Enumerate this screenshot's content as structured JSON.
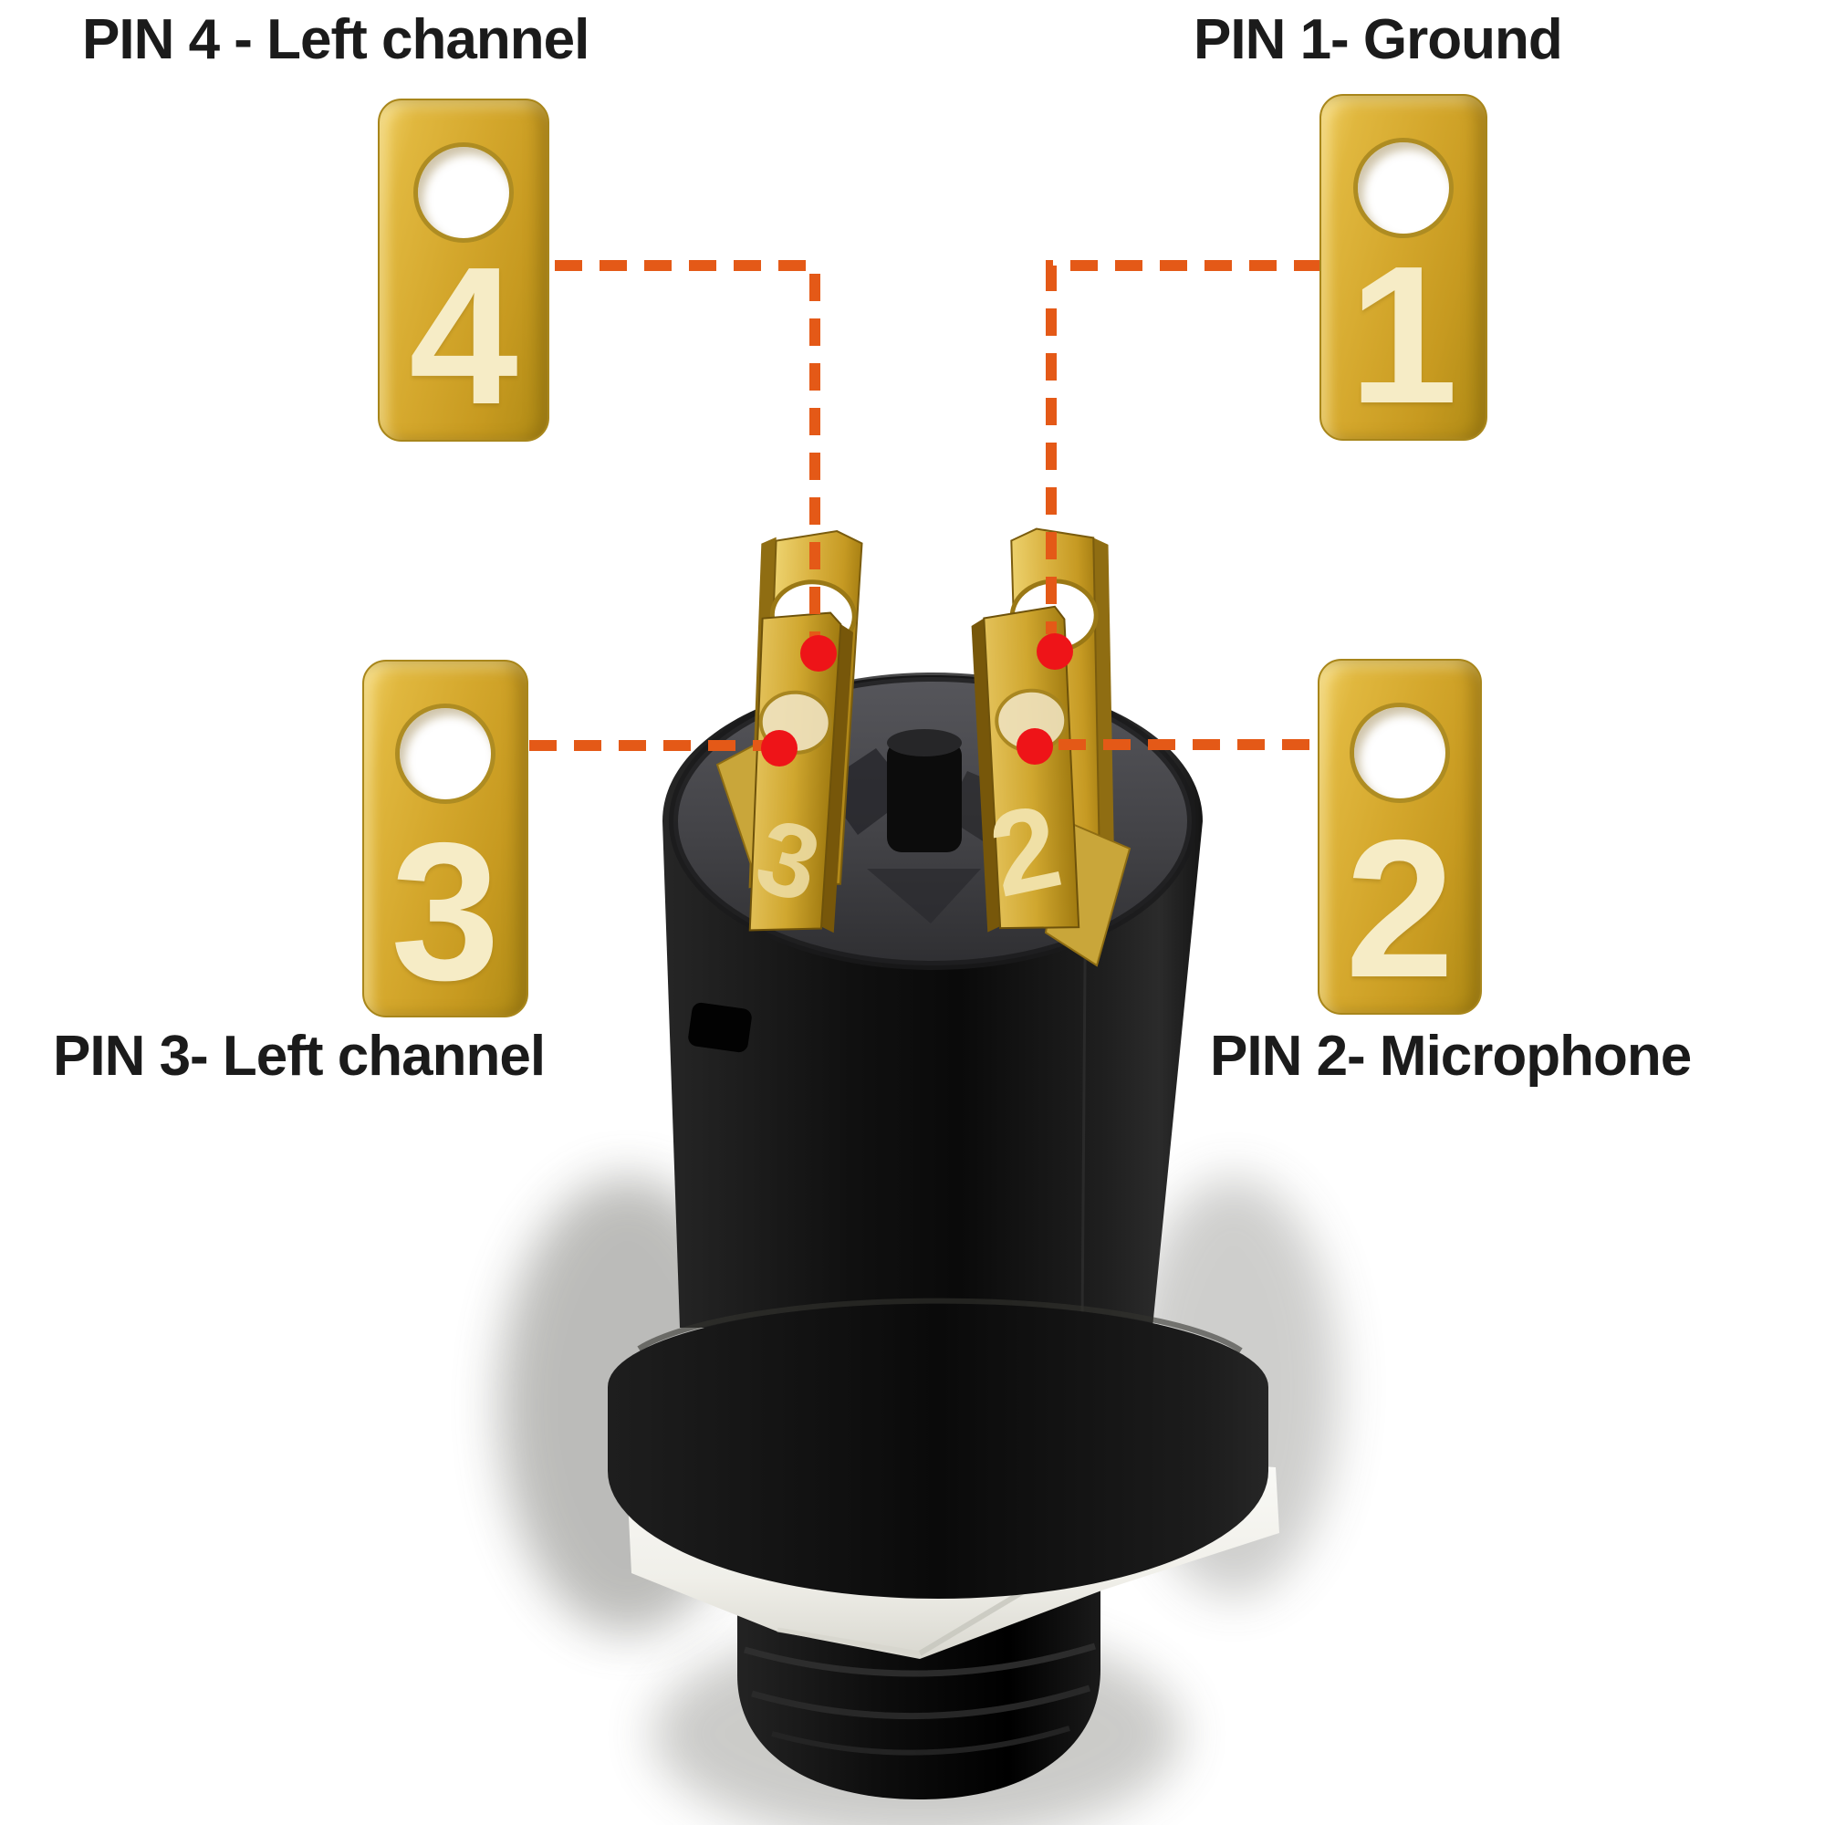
{
  "page": {
    "background": "#ffffff"
  },
  "labels": {
    "pin4": "PIN 4 - Left channel",
    "pin1": "PIN 1- Ground",
    "pin3": "PIN 3- Left channel",
    "pin2": "PIN 2- Microphone"
  },
  "tabs": [
    {
      "id": "pin4",
      "numeral": "4"
    },
    {
      "id": "pin1",
      "numeral": "1"
    },
    {
      "id": "pin3",
      "numeral": "3"
    },
    {
      "id": "pin2",
      "numeral": "2"
    }
  ],
  "connector": {
    "blade_engravings": {
      "front_left": "3",
      "front_right": "2"
    }
  },
  "colors": {
    "label_text": "#1b1b1b",
    "leader_line_orange": "#E45917",
    "solder_dot_red": "#EE1418",
    "terminal_gold": "#D2A42C",
    "tab_numeral_cream": "#F6ECC6",
    "jack_body_black": "#121212",
    "jack_top_face_gray": "#47474B",
    "hex_nut_white": "#F0EFEA"
  }
}
